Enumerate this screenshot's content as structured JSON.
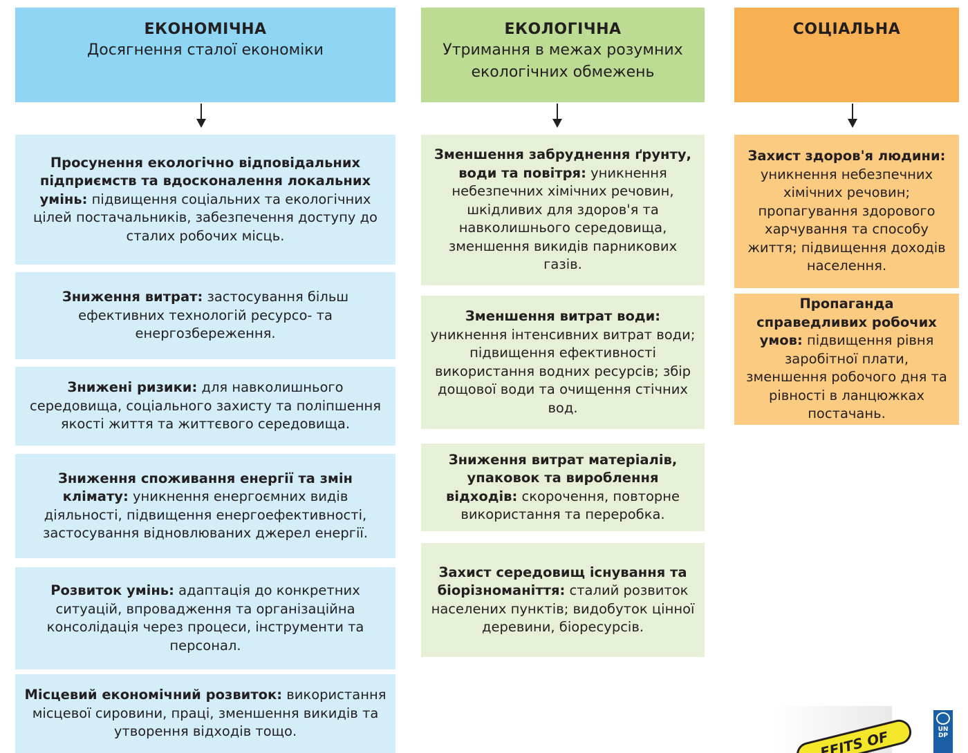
{
  "columns": {
    "economic": {
      "title": "ЕКОНОМІЧНА",
      "subtitle": "Досягнення сталої економіки",
      "color": "#8fd6f4",
      "box_color": "#d3edf9",
      "items": [
        {
          "bold": "Просунення екологічно відповідальних підприємств та вдосконалення локальних умінь:",
          "text": " підвищення соціальних та екологічних цілей постачальників, забезпечення доступу до сталих робочих місць."
        },
        {
          "bold": "Зниження витрат:",
          "text": " застосування більш ефективних технологій ресурсо- та енергозбереження."
        },
        {
          "bold": "Знижені ризики:",
          "text": " для навколишнього середовища, соціального захисту та поліпшення якості життя та життєвого середовища."
        },
        {
          "bold": "Зниження споживання енергії та змін клімату:",
          "text": " уникнення енергоємних видів діяльності, підвищення енергоефективності, застосування відновлюваних джерел енергії."
        },
        {
          "bold": "Розвиток умінь:",
          "text": " адаптація до конкретних ситуацій, впровадження та організаційна консолідація через процеси, інструменти та персонал."
        },
        {
          "bold": "Місцевий економічний розвиток:",
          "text": " використання місцевої сировини, праці, зменшення викидів та утворення відходів тощо."
        }
      ]
    },
    "ecological": {
      "title": "ЕКОЛОГІЧНА",
      "subtitle": "Утримання в межах розумних екологічних обмежень",
      "color": "#bddc93",
      "box_color": "#e6f0d6",
      "items": [
        {
          "bold": "Зменшення забруднення ґрунту, води та повітря:",
          "text": " уникнення небезпечних хімічних речовин, шкідливих для здоров'я та навколишнього середовища, зменшення викидів парникових газів."
        },
        {
          "bold": "Зменшення витрат води:",
          "text": " уникнення інтенсивних витрат води; підвищення ефективності використання водних ресурсів; збір дощової води та очищення стічних вод."
        },
        {
          "bold": "Зниження витрат матеріалів, упаковок та вироблення відходів:",
          "text": " скорочення, повторне використання та переробка."
        },
        {
          "bold": "Захист середовищ існування та біорізноманіття:",
          "text": " сталий розвиток населених пунктів; видобуток цінної деревини, біоресурсів."
        }
      ]
    },
    "social": {
      "title": "СОЦІАЛЬНА",
      "subtitle": "",
      "color": "#f8b152",
      "box_color": "#fbcb82",
      "items": [
        {
          "bold": "Захист здоров'я людини:",
          "text": " уникнення небезпечних хімічних речовин; пропагування здорового харчування та способу життя; підвищення доходів населення."
        },
        {
          "bold": "Пропаганда справедливих робочих умов:",
          "text": " підвищення рівня заробітної плати, зменшення робочого дня та рівності в ланцюжках постачань."
        }
      ]
    }
  },
  "badge": {
    "ribbon_text": "EFITS OF",
    "logo_letters": "UN DP"
  }
}
